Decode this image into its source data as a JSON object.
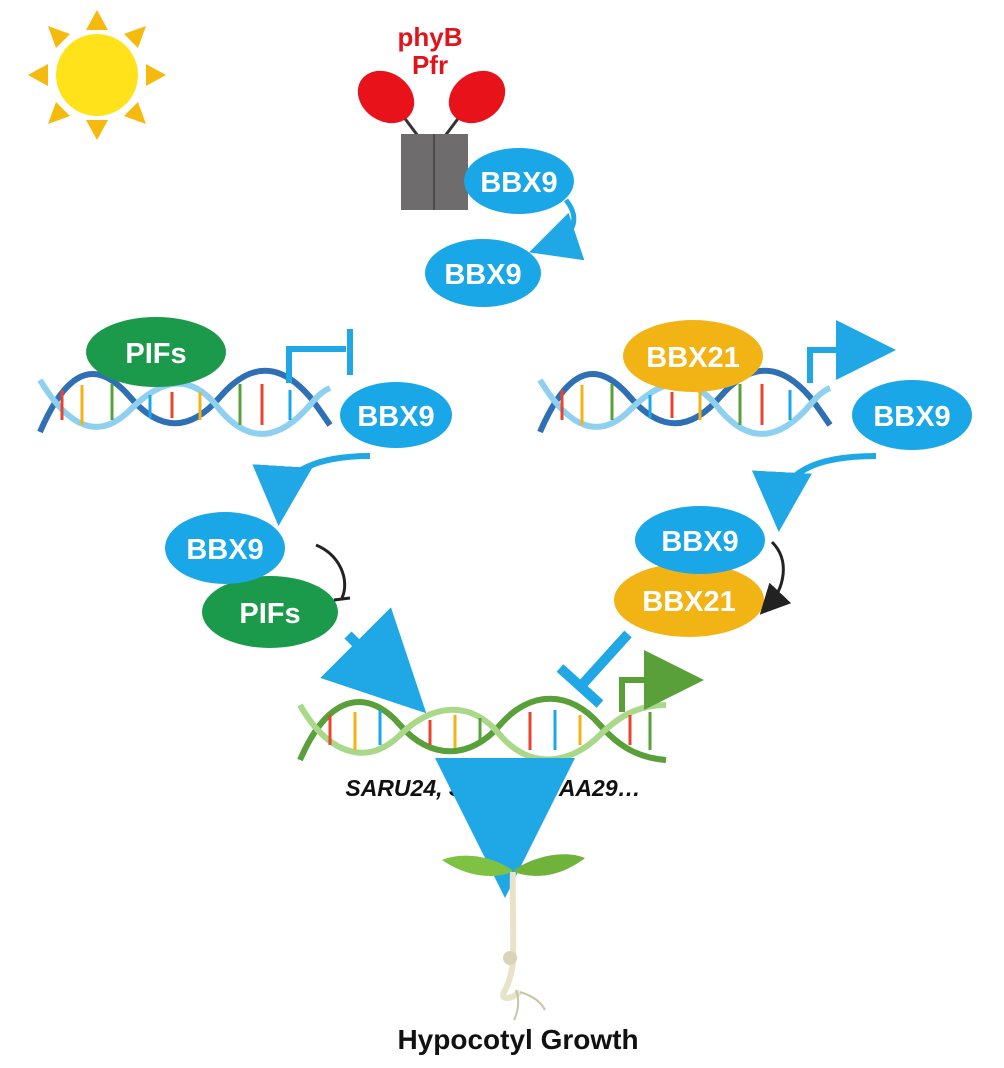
{
  "colors": {
    "bbx9": "#1aa7e8",
    "pifs": "#1c9a4c",
    "bbx21": "#f2b315",
    "phyb": "#e8121b",
    "receptor_core": "#6e6c6c",
    "sun": "#ffe21a",
    "sun_rays": "#f6b90d",
    "blue_arrow": "#1fa7e6",
    "black_arrow": "#222222",
    "target_dna": "#7ab648",
    "target_arrow": "#5aa03a",
    "seedling_leaf": "#7fc243",
    "seedling_stem": "#e6e3c8"
  },
  "icons": {
    "sun": "sun-icon",
    "seedling": "seedling-icon",
    "dna": "dna-helix-icon"
  },
  "labels": {
    "phyb": "phyB",
    "pfr": "Pfr",
    "bbx9_on_phyb": "BBX9",
    "bbx9_released": "BBX9",
    "pifs_on_dna": "PIFs",
    "bbx9_left_target": "BBX9",
    "bbx21_on_dna": "BBX21",
    "bbx9_right_target": "BBX9",
    "bbx9_left_complex": "BBX9",
    "pifs_left_complex": "PIFs",
    "bbx9_right_complex": "BBX9",
    "bbx21_right_complex": "BBX21",
    "target_genes": "SARU24, SAUR29, IAA29…",
    "outcome": "Hypocotyl Growth"
  }
}
